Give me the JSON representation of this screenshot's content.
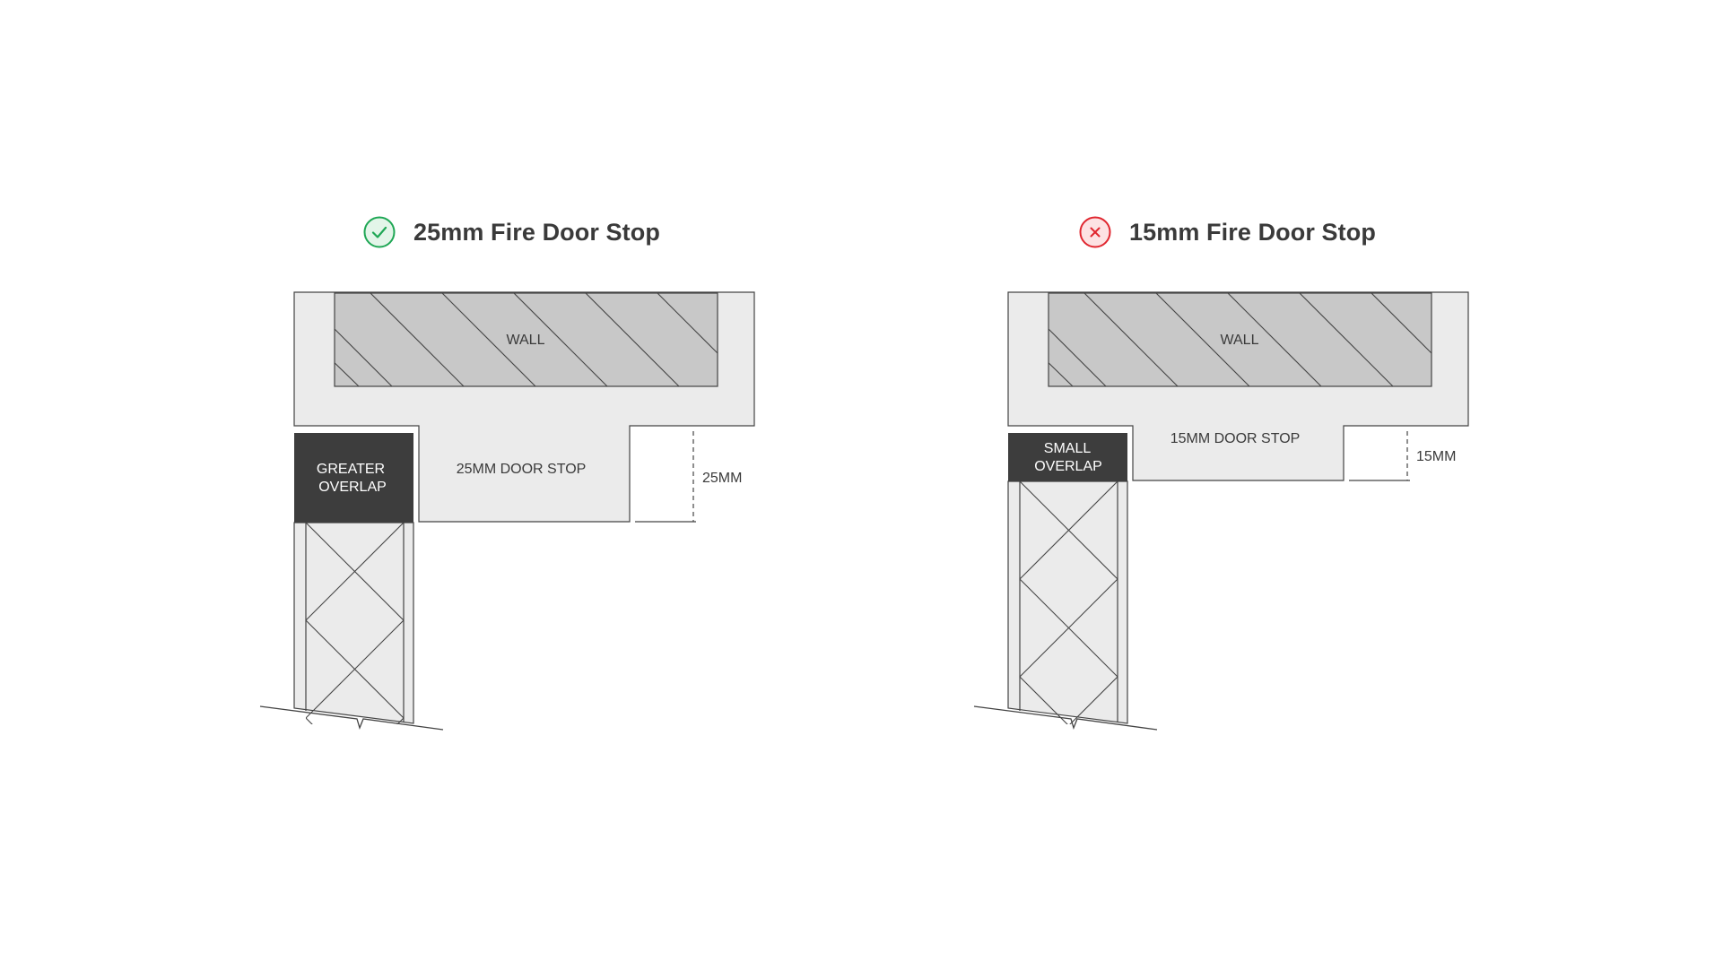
{
  "left": {
    "status": "correct",
    "status_color": "#1fa755",
    "icon": "check-icon",
    "title": "25mm Fire Door Stop",
    "wall_label": "WALL",
    "door_stop_label": "25MM DOOR STOP",
    "overlap_label": [
      "GREATER",
      "OVERLAP"
    ],
    "dimension_label": "25MM"
  },
  "right": {
    "status": "incorrect",
    "status_color": "#e0262f",
    "icon": "cross-icon",
    "title": "15mm Fire Door Stop",
    "wall_label": "WALL",
    "door_stop_label": "15MM DOOR STOP",
    "overlap_label": [
      "SMALL",
      "OVERLAP"
    ],
    "dimension_label": "15MM"
  },
  "colors": {
    "frame_fill": "#ebebeb",
    "wall_fill": "#c8c8c8",
    "overlap_fill": "#3d3d3d",
    "door_fill": "#ebebeb",
    "line": "#444444"
  }
}
